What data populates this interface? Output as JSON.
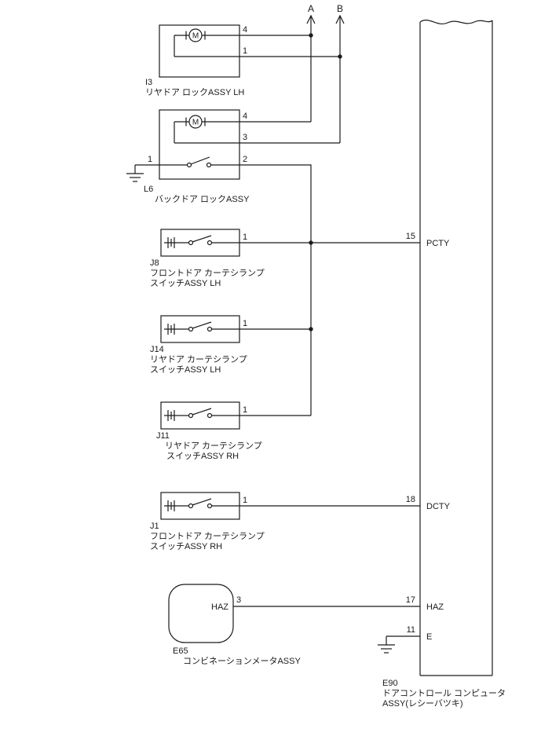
{
  "colors": {
    "line": "#1b1b1b",
    "background": "#ffffff"
  },
  "offpage": {
    "a": "A",
    "b": "B"
  },
  "i3": {
    "id": "I3",
    "name": "リヤドア ロックASSY LH",
    "motor": "M",
    "pin4": "4",
    "pin1": "1"
  },
  "l6": {
    "id": "L6",
    "name": "バックドア ロックASSY",
    "motor": "M",
    "pin4": "4",
    "pin3": "3",
    "pin2": "2",
    "pin1": "1"
  },
  "j8": {
    "id": "J8",
    "name1": "フロントドア カーテシランプ",
    "name2": "スイッチASSY LH",
    "pin1": "1"
  },
  "j14": {
    "id": "J14",
    "name1": "リヤドア カーテシランプ",
    "name2": "スイッチASSY LH",
    "pin1": "1"
  },
  "j11": {
    "id": "J11",
    "name1": "リヤドア カーテシランプ",
    "name2": "スイッチASSY RH",
    "pin1": "1"
  },
  "j1": {
    "id": "J1",
    "name1": "フロントドア カーテシランプ",
    "name2": "スイッチASSY RH",
    "pin1": "1"
  },
  "e65": {
    "id": "E65",
    "name": "コンビネーションメータASSY",
    "inner": "HAZ",
    "pin3": "3"
  },
  "e90": {
    "id": "E90",
    "name1": "ドアコントロール コンピュータ",
    "name2": "ASSY(レシーバツキ)",
    "pin15": {
      "num": "15",
      "label": "PCTY"
    },
    "pin18": {
      "num": "18",
      "label": "DCTY"
    },
    "pin17": {
      "num": "17",
      "label": "HAZ"
    },
    "pin11": {
      "num": "11",
      "label": "E"
    }
  }
}
